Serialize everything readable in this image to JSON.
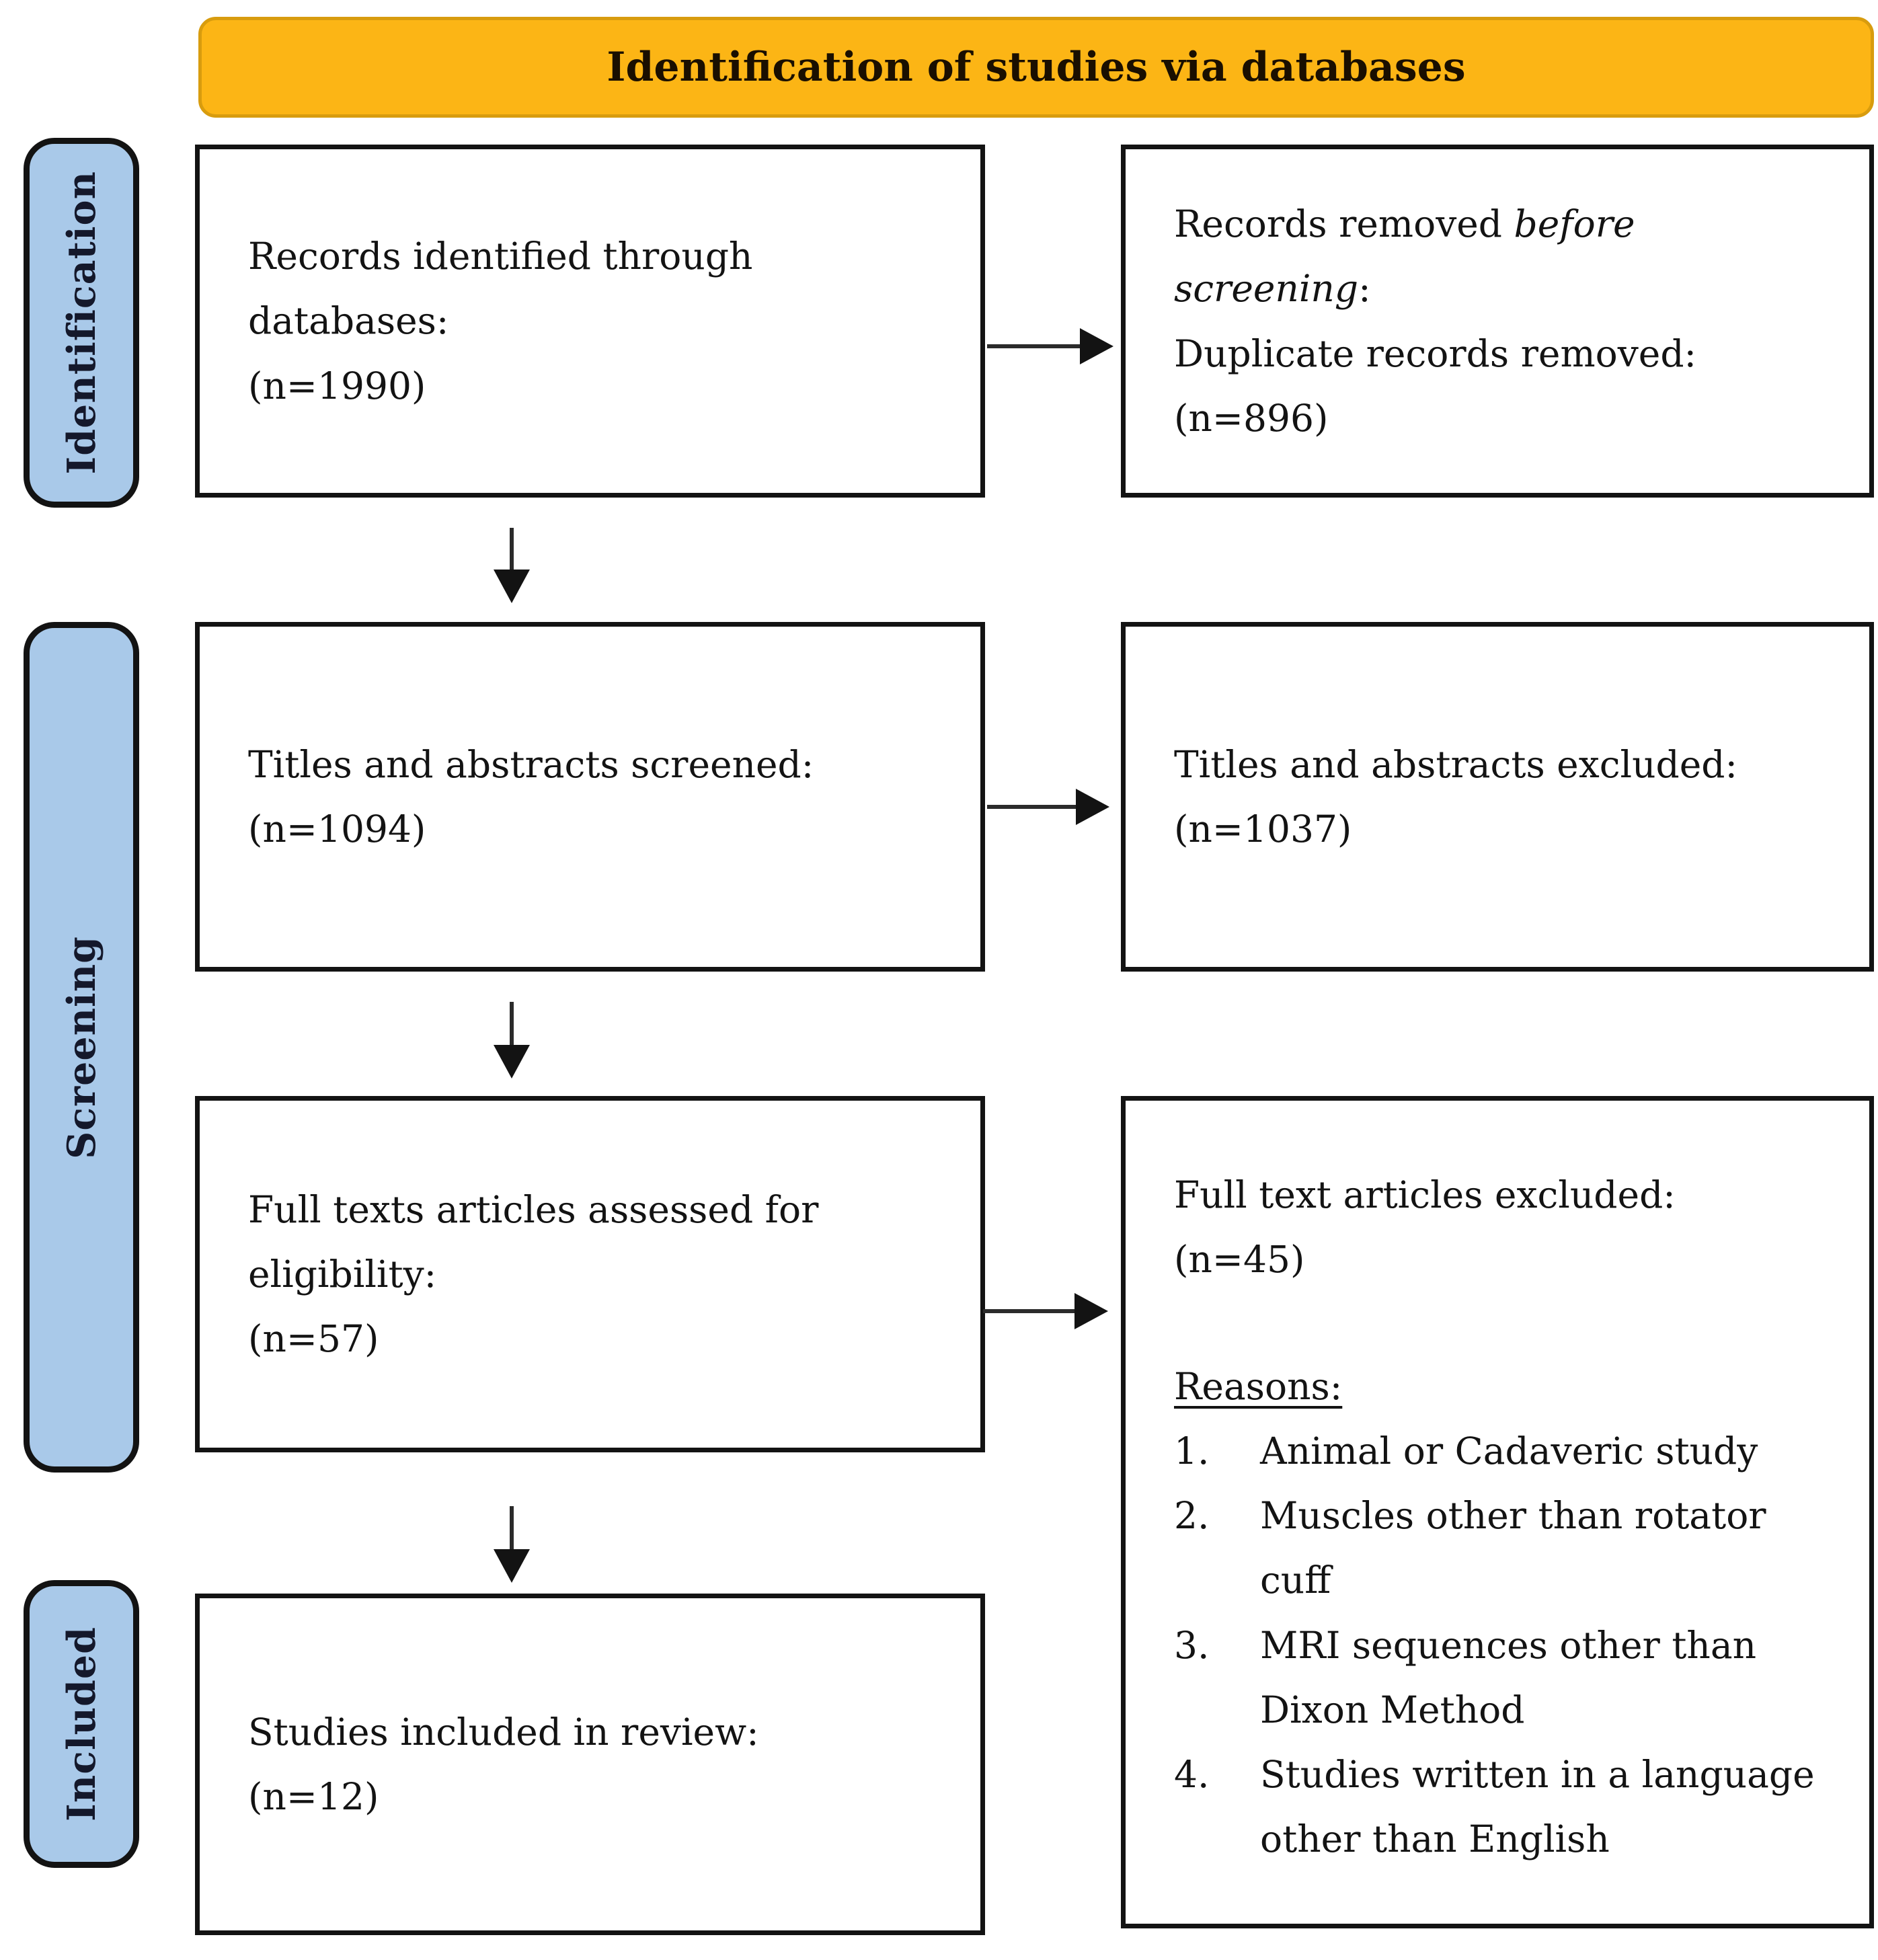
{
  "header": {
    "title": "Identification of studies via databases"
  },
  "sidebar": {
    "identification": "Identification",
    "screening": "Screening",
    "included": "Included"
  },
  "flow": {
    "records_identified": {
      "line1": "Records identified through databases:",
      "count": "(n=1990)"
    },
    "records_removed": {
      "line1_pre": "Records removed ",
      "line1_italic": "before screening",
      "line1_post": ":",
      "line2": "Duplicate records removed:",
      "count": "(n=896)"
    },
    "titles_screened": {
      "line1": "Titles and abstracts screened:",
      "count": "(n=1094)"
    },
    "titles_excluded": {
      "line1": "Titles and abstracts excluded:",
      "count": "(n=1037)"
    },
    "fulltext_assessed": {
      "line1": "Full texts articles assessed for",
      "line2": "eligibility:",
      "count": "(n=57)"
    },
    "fulltext_excluded": {
      "line1": "Full text articles excluded:",
      "count": "(n=45)",
      "reasons_heading": "Reasons:",
      "reasons": [
        {
          "num": "1.",
          "lines": [
            "Animal or Cadaveric study"
          ]
        },
        {
          "num": "2.",
          "lines": [
            "Muscles other than rotator",
            "cuff"
          ]
        },
        {
          "num": "3.",
          "lines": [
            "MRI sequences other than",
            "Dixon Method"
          ]
        },
        {
          "num": "4.",
          "lines": [
            "Studies written in a language",
            "other than English"
          ]
        }
      ]
    },
    "studies_included": {
      "line1": "Studies included in review:",
      "count": "(n=12)"
    }
  },
  "colors": {
    "header_bg": "#FCB515",
    "header_border": "#D89C0E",
    "stage_bg": "#A9C9E9",
    "box_border": "#131313"
  }
}
